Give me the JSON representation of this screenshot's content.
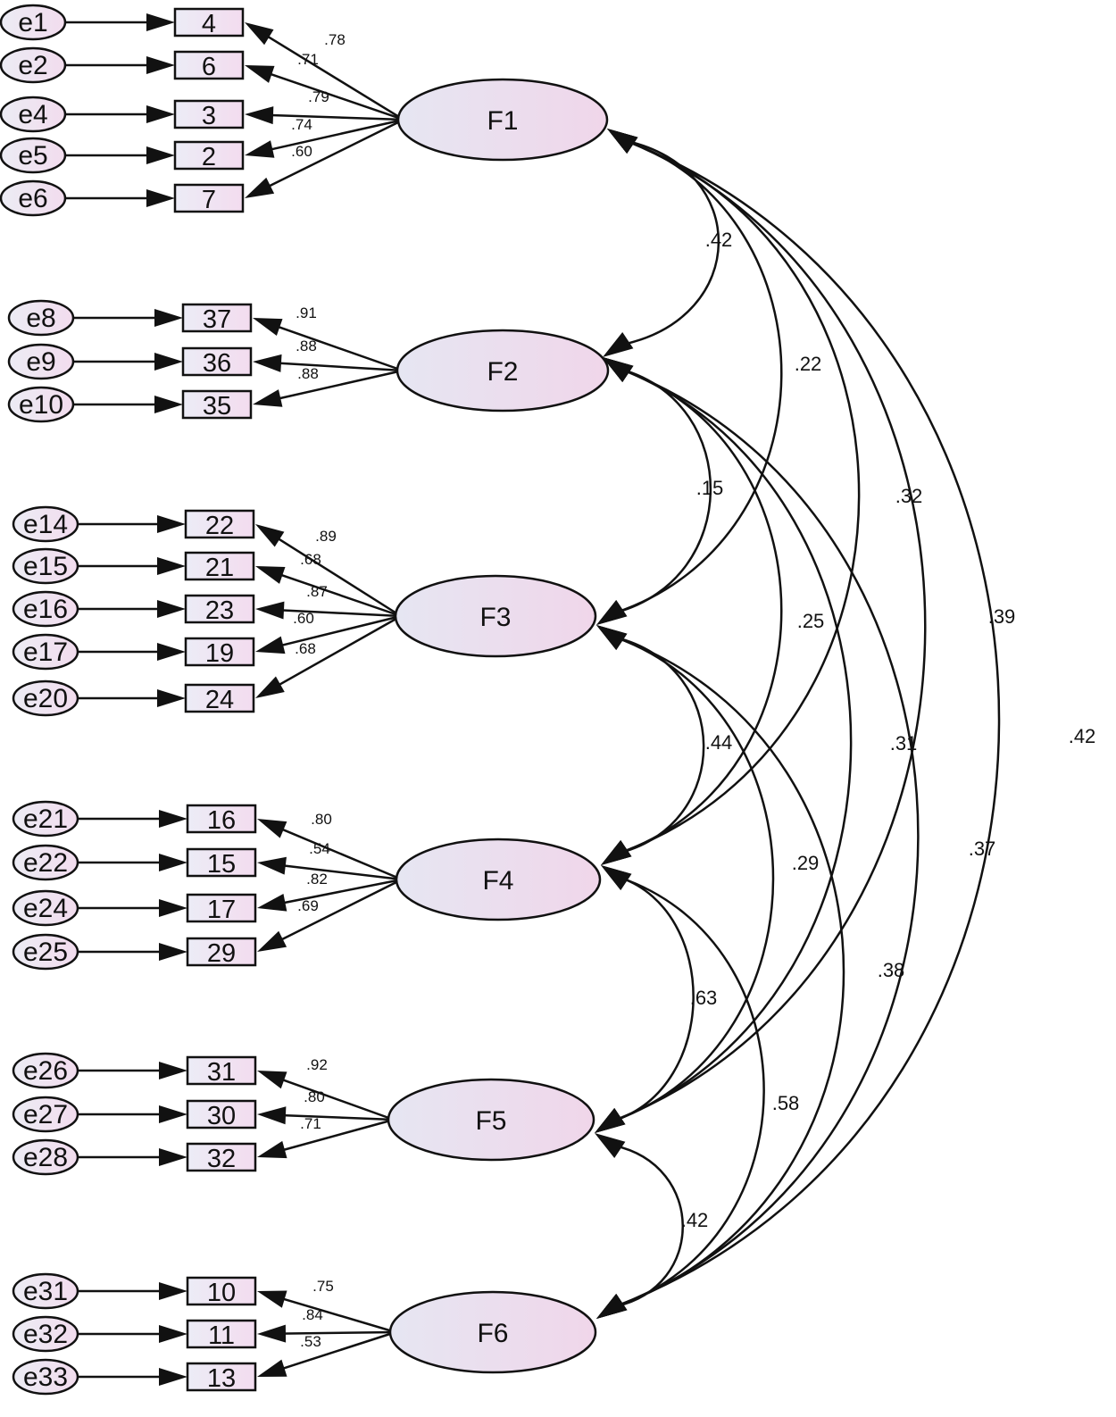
{
  "factors": [
    {
      "name": "F1",
      "indicators": [
        {
          "error": "e1",
          "item": "4",
          "loading": ".78"
        },
        {
          "error": "e2",
          "item": "6",
          "loading": ".71"
        },
        {
          "error": "e4",
          "item": "3",
          "loading": ".79"
        },
        {
          "error": "e5",
          "item": "2",
          "loading": ".74"
        },
        {
          "error": "e6",
          "item": "7",
          "loading": ".60"
        }
      ]
    },
    {
      "name": "F2",
      "indicators": [
        {
          "error": "e8",
          "item": "37",
          "loading": ".91"
        },
        {
          "error": "e9",
          "item": "36",
          "loading": ".88"
        },
        {
          "error": "e10",
          "item": "35",
          "loading": ".88"
        }
      ]
    },
    {
      "name": "F3",
      "indicators": [
        {
          "error": "e14",
          "item": "22",
          "loading": ".89"
        },
        {
          "error": "e15",
          "item": "21",
          "loading": ".68"
        },
        {
          "error": "e16",
          "item": "23",
          "loading": ".87"
        },
        {
          "error": "e17",
          "item": "19",
          "loading": ".60"
        },
        {
          "error": "e20",
          "item": "24",
          "loading": ".68"
        }
      ]
    },
    {
      "name": "F4",
      "indicators": [
        {
          "error": "e21",
          "item": "16",
          "loading": ".80"
        },
        {
          "error": "e22",
          "item": "15",
          "loading": ".54"
        },
        {
          "error": "e24",
          "item": "17",
          "loading": ".82"
        },
        {
          "error": "e25",
          "item": "29",
          "loading": ".69"
        }
      ]
    },
    {
      "name": "F5",
      "indicators": [
        {
          "error": "e26",
          "item": "31",
          "loading": ".92"
        },
        {
          "error": "e27",
          "item": "30",
          "loading": ".80"
        },
        {
          "error": "e28",
          "item": "32",
          "loading": ".71"
        }
      ]
    },
    {
      "name": "F6",
      "indicators": [
        {
          "error": "e31",
          "item": "10",
          "loading": ".75"
        },
        {
          "error": "e32",
          "item": "11",
          "loading": ".84"
        },
        {
          "error": "e33",
          "item": "13",
          "loading": ".53"
        }
      ]
    }
  ],
  "correlations": [
    {
      "from": "F1",
      "to": "F2",
      "value": ".42"
    },
    {
      "from": "F1",
      "to": "F3",
      "value": ".22"
    },
    {
      "from": "F1",
      "to": "F4",
      "value": ".32"
    },
    {
      "from": "F1",
      "to": "F5",
      "value": ".39"
    },
    {
      "from": "F1",
      "to": "F6",
      "value": ".42"
    },
    {
      "from": "F2",
      "to": "F3",
      "value": ".15"
    },
    {
      "from": "F2",
      "to": "F4",
      "value": ".25"
    },
    {
      "from": "F2",
      "to": "F5",
      "value": ".31"
    },
    {
      "from": "F2",
      "to": "F6",
      "value": ".37"
    },
    {
      "from": "F3",
      "to": "F4",
      "value": ".44"
    },
    {
      "from": "F3",
      "to": "F5",
      "value": ".29"
    },
    {
      "from": "F3",
      "to": "F6",
      "value": ".38"
    },
    {
      "from": "F4",
      "to": "F5",
      "value": ".63"
    },
    {
      "from": "F4",
      "to": "F6",
      "value": ".58"
    },
    {
      "from": "F5",
      "to": "F6",
      "value": ".42"
    }
  ],
  "colors": {
    "fill_left": "#e6e6f2",
    "fill_right": "#f0d6ea",
    "stroke": "#111111"
  }
}
